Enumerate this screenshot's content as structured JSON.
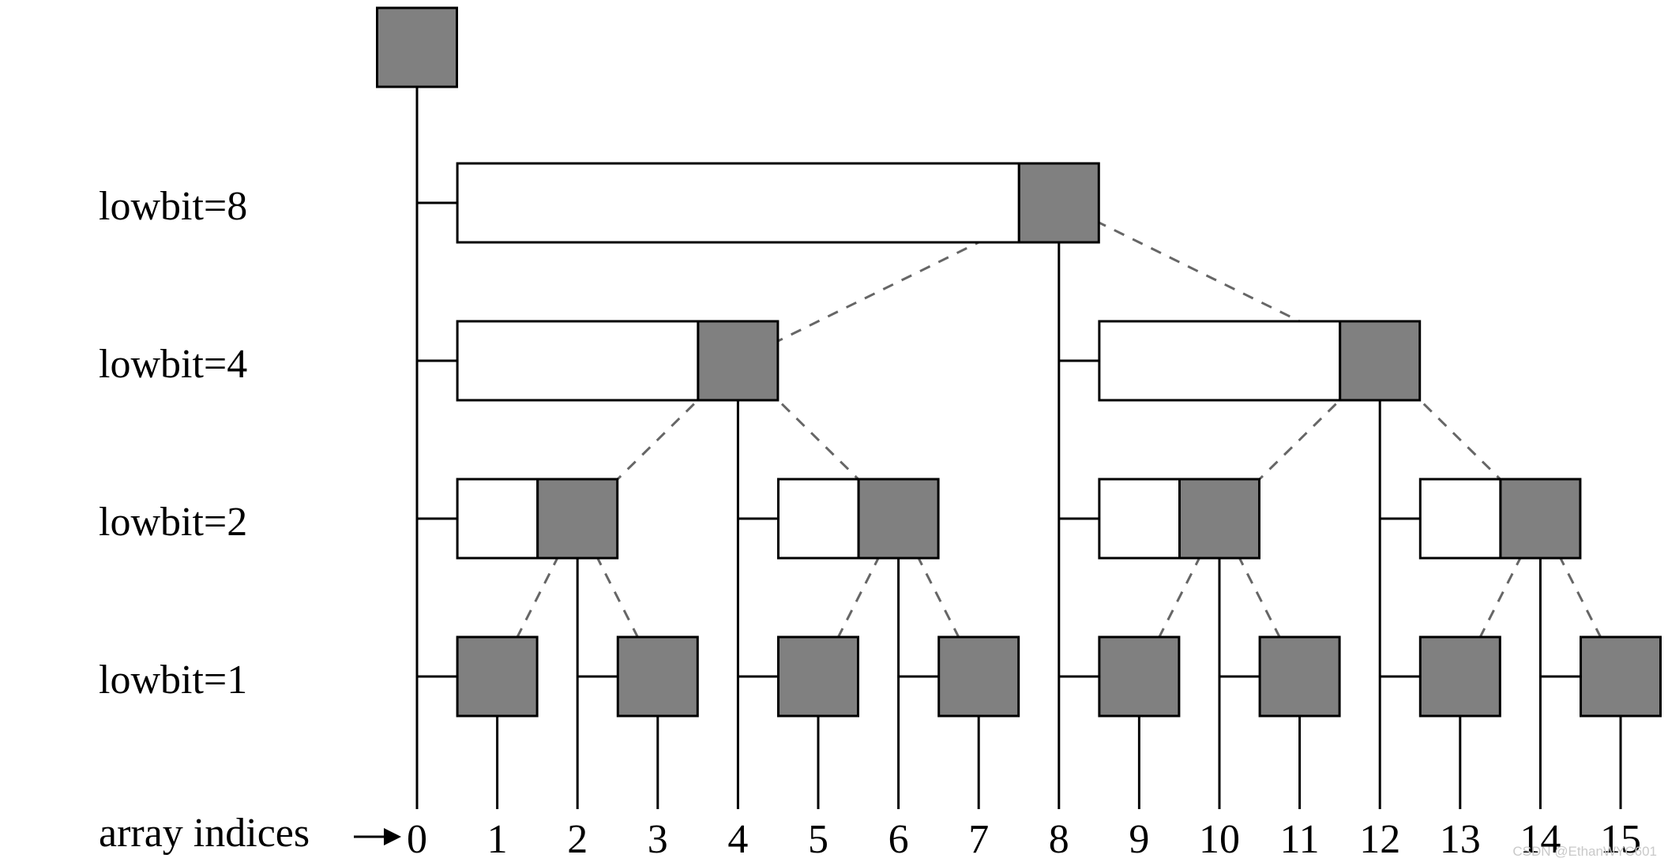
{
  "level_labels": [
    "lowbit=8",
    "lowbit=4",
    "lowbit=2",
    "lowbit=1"
  ],
  "axis_label": "array indices",
  "indices": [
    "0",
    "1",
    "2",
    "3",
    "4",
    "5",
    "6",
    "7",
    "8",
    "9",
    "10",
    "11",
    "12",
    "13",
    "14",
    "15"
  ],
  "watermark": "CSDN @EthanWYC601",
  "colors": {
    "filled": "#808080",
    "outline": "#000000",
    "dashed": "#666666"
  },
  "tree": {
    "root": {
      "index": 0
    },
    "nodes": [
      {
        "index": 8,
        "lowbit": 8,
        "covers": [
          1,
          8
        ]
      },
      {
        "index": 4,
        "lowbit": 4,
        "covers": [
          1,
          4
        ]
      },
      {
        "index": 12,
        "lowbit": 4,
        "covers": [
          9,
          12
        ]
      },
      {
        "index": 2,
        "lowbit": 2,
        "covers": [
          1,
          2
        ]
      },
      {
        "index": 6,
        "lowbit": 2,
        "covers": [
          5,
          6
        ]
      },
      {
        "index": 10,
        "lowbit": 2,
        "covers": [
          9,
          10
        ]
      },
      {
        "index": 14,
        "lowbit": 2,
        "covers": [
          13,
          14
        ]
      },
      {
        "index": 1,
        "lowbit": 1,
        "covers": [
          1,
          1
        ]
      },
      {
        "index": 3,
        "lowbit": 1,
        "covers": [
          3,
          3
        ]
      },
      {
        "index": 5,
        "lowbit": 1,
        "covers": [
          5,
          5
        ]
      },
      {
        "index": 7,
        "lowbit": 1,
        "covers": [
          7,
          7
        ]
      },
      {
        "index": 9,
        "lowbit": 1,
        "covers": [
          9,
          9
        ]
      },
      {
        "index": 11,
        "lowbit": 1,
        "covers": [
          11,
          11
        ]
      },
      {
        "index": 13,
        "lowbit": 1,
        "covers": [
          13,
          13
        ]
      },
      {
        "index": 15,
        "lowbit": 1,
        "covers": [
          15,
          15
        ]
      }
    ]
  }
}
